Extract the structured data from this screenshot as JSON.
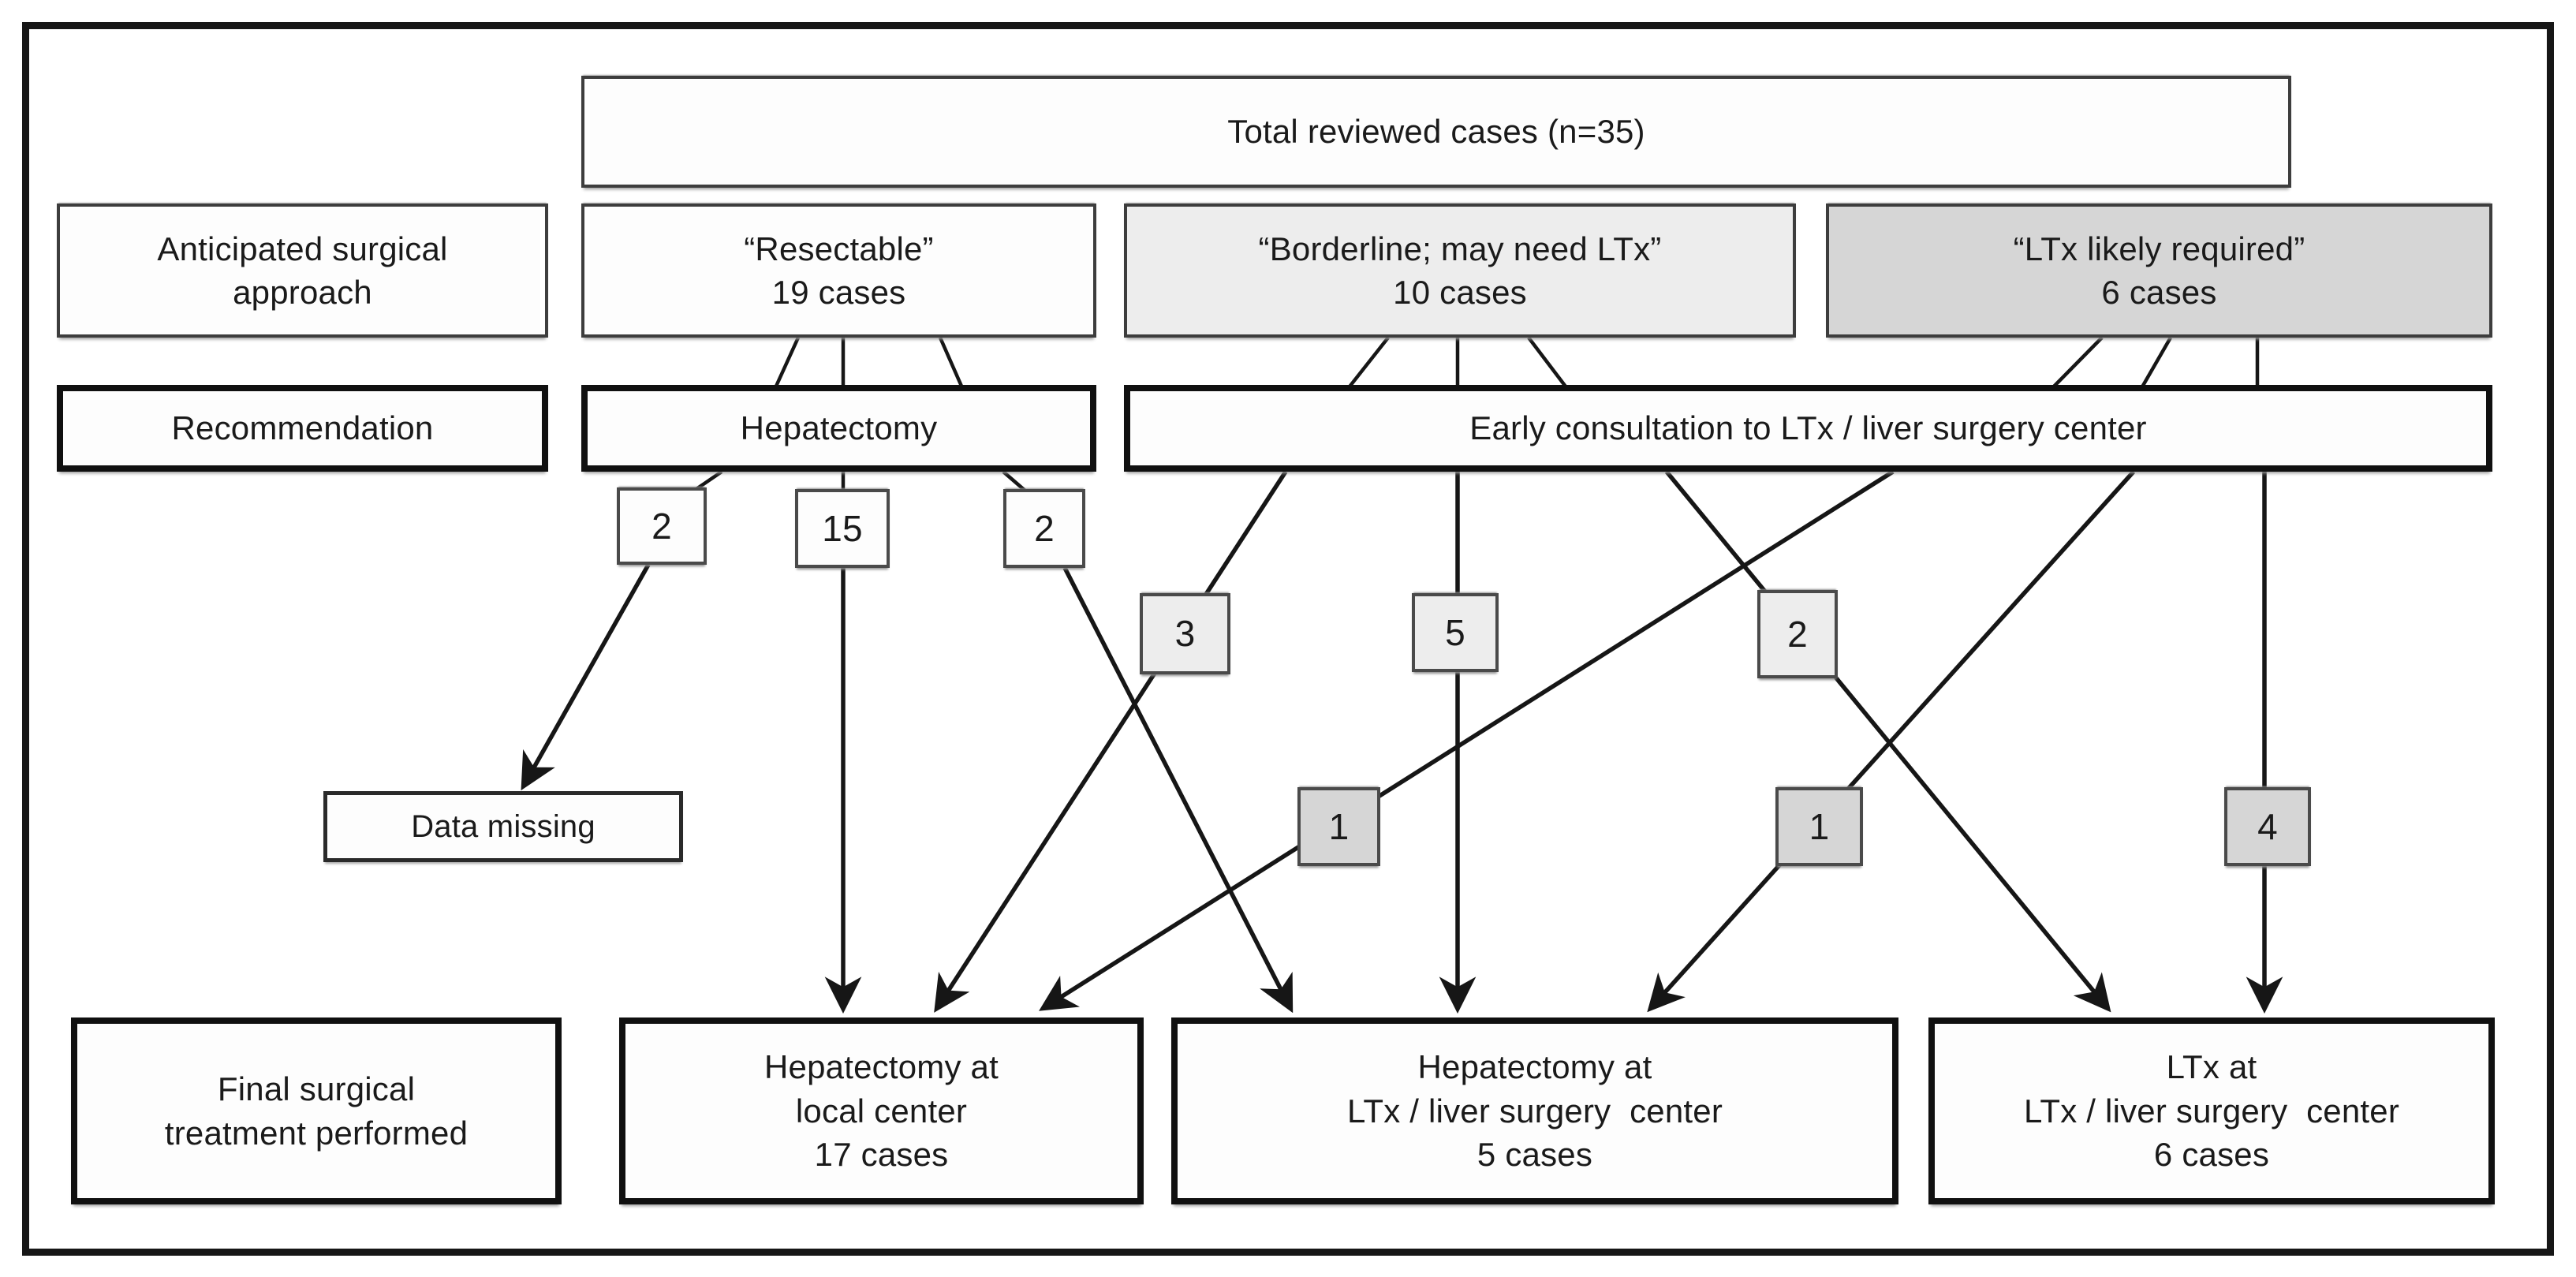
{
  "diagram": {
    "title": "Total reviewed cases (n=35)",
    "row_labels": {
      "approach": {
        "lines": [
          "Anticipated surgical",
          "approach"
        ]
      },
      "recommendation": "Recommendation",
      "final": {
        "lines": [
          "Final surgical",
          "treatment performed"
        ]
      }
    },
    "approach_groups": [
      {
        "label": "“Resectable”",
        "cases": "19 cases",
        "shade": "white"
      },
      {
        "label": "“Borderline; may need LTx”",
        "cases": "10 cases",
        "shade": "light"
      },
      {
        "label": "“LTx likely required”",
        "cases": "6 cases",
        "shade": "dark"
      }
    ],
    "recommendations": [
      {
        "label": "Hepatectomy"
      },
      {
        "label": "Early consultation to LTx / liver surgery center"
      }
    ],
    "data_missing_label": "Data missing",
    "outcomes": [
      {
        "lines": [
          "Hepatectomy at",
          "local center",
          "17 cases"
        ]
      },
      {
        "lines": [
          "Hepatectomy at",
          "LTx / liver surgery  center",
          "5 cases"
        ]
      },
      {
        "lines": [
          "LTx at",
          "LTx / liver surgery  center",
          "6 cases"
        ]
      }
    ],
    "flows": [
      {
        "count": "2",
        "from": "Hepatectomy",
        "to": "Data missing",
        "shade": "white"
      },
      {
        "count": "15",
        "from": "Hepatectomy",
        "to": "Hepatectomy at local center",
        "shade": "white"
      },
      {
        "count": "2",
        "from": "Hepatectomy",
        "to": "Hepatectomy at LTx / liver surgery center",
        "shade": "white"
      },
      {
        "count": "3",
        "from": "Early consultation",
        "to": "Hepatectomy at local center",
        "shade": "light"
      },
      {
        "count": "5",
        "from": "Early consultation",
        "to": "Hepatectomy at LTx / liver surgery center",
        "shade": "light"
      },
      {
        "count": "2",
        "from": "Early consultation",
        "to": "LTx at LTx / liver surgery center",
        "shade": "light"
      },
      {
        "count": "1",
        "from": "Early consultation",
        "to": "Hepatectomy at local center",
        "shade": "dark"
      },
      {
        "count": "1",
        "from": "Early consultation",
        "to": "Hepatectomy at LTx / liver surgery center",
        "shade": "dark"
      },
      {
        "count": "4",
        "from": "Early consultation",
        "to": "LTx at LTx / liver surgery center",
        "shade": "dark"
      }
    ],
    "colors": {
      "light_shade": "#ededed",
      "dark_shade": "#d6d6d6",
      "line": "#161616"
    }
  }
}
